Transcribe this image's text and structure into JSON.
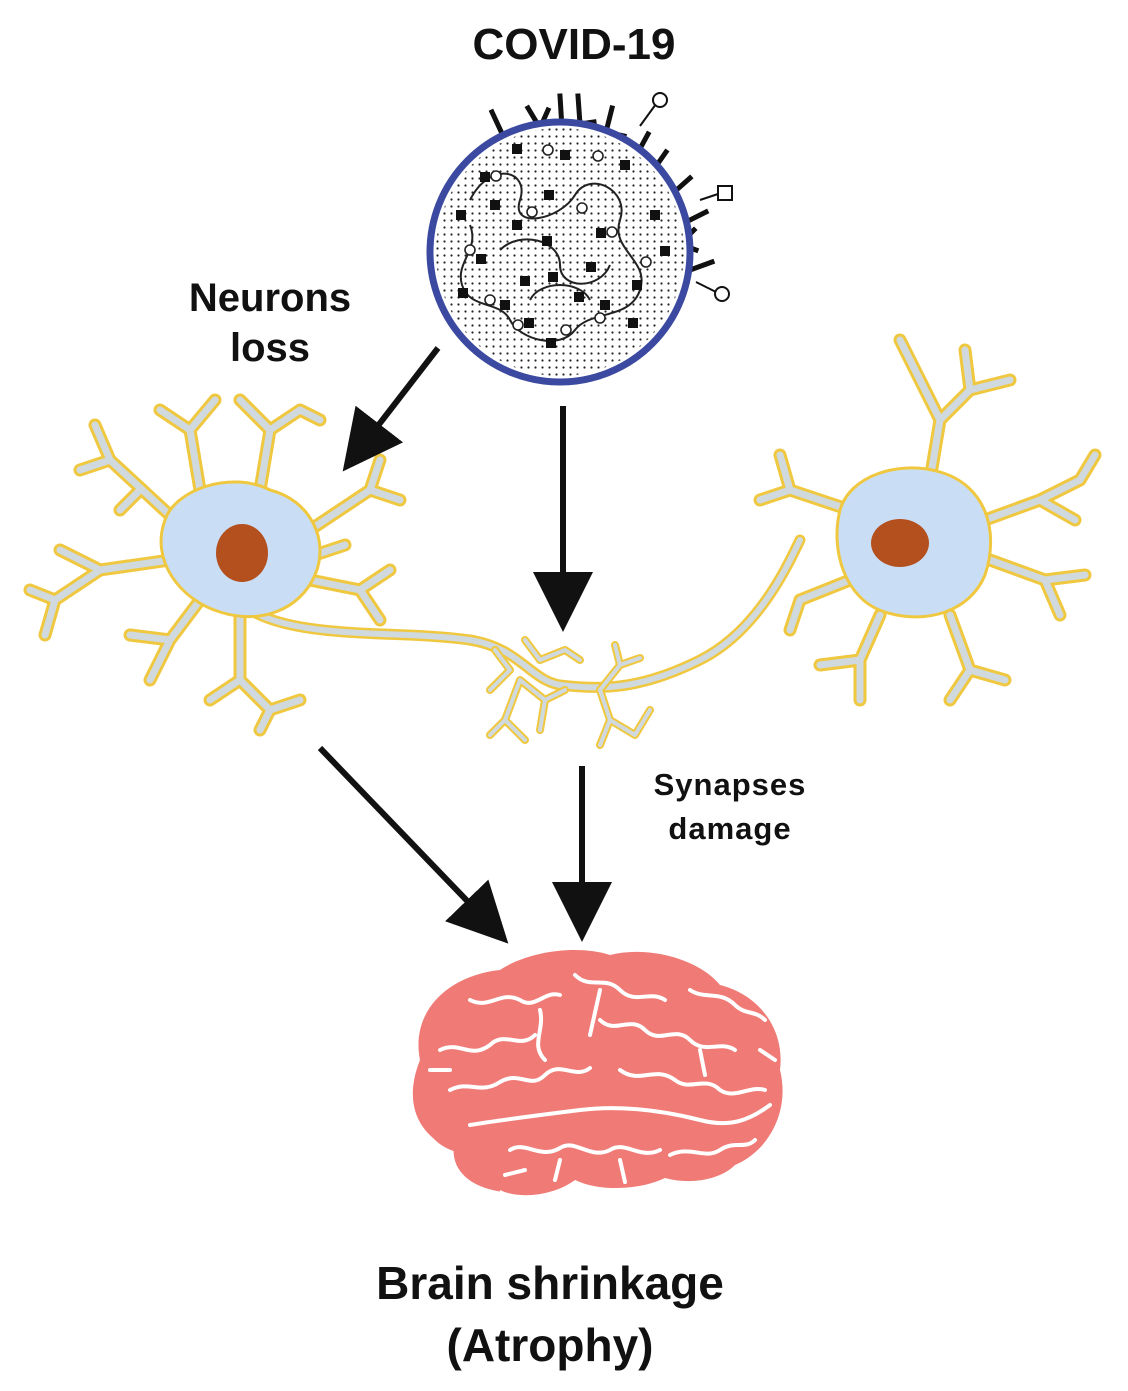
{
  "title": "COVID-19",
  "labels": {
    "neurons_loss_line1": "Neurons",
    "neurons_loss_line2": "loss",
    "synapses_line1": "Synapses",
    "synapses_line2": "damage",
    "brain_line1": "Brain shrinkage",
    "brain_line2": "(Atrophy)"
  },
  "colors": {
    "virus_rim": "#3b4aa0",
    "neuron_body": "#c9def5",
    "dendrite_fill": "#cfd9de",
    "dendrite_outline": "#f0c840",
    "nucleus": "#b4501e",
    "brain": "#f07b76",
    "arrow": "#111111"
  }
}
